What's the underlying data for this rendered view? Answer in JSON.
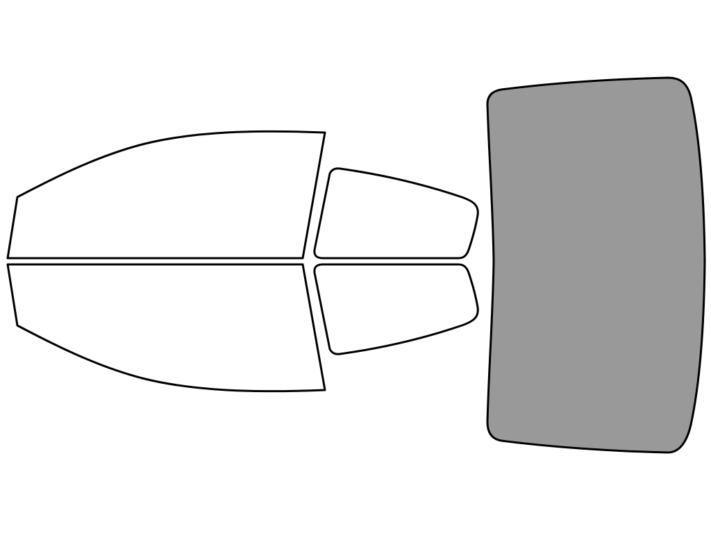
{
  "diagram": {
    "outline_color": "#000000",
    "background_color": "#ffffff",
    "windows": [
      {
        "id": "front-door-upper",
        "selected": false,
        "fill": "#ffffff"
      },
      {
        "id": "front-door-lower",
        "selected": false,
        "fill": "#ffffff"
      },
      {
        "id": "rear-door-upper",
        "selected": false,
        "fill": "#ffffff"
      },
      {
        "id": "rear-door-lower",
        "selected": false,
        "fill": "#ffffff"
      },
      {
        "id": "rear-windshield",
        "selected": true,
        "fill": "#999999"
      }
    ]
  }
}
